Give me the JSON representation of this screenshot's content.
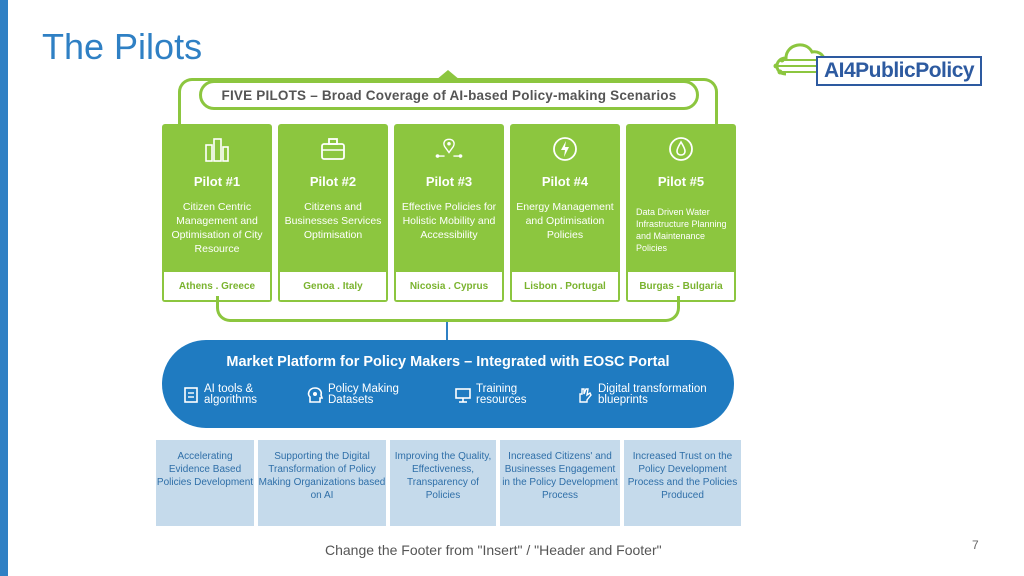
{
  "slide": {
    "title": "The Pilots",
    "footer": "Change the Footer from \"Insert\" / \"Header and Footer\"",
    "page_number": "7"
  },
  "logo": {
    "text": "AI4PublicPolicy",
    "color": "#2d5aa0",
    "accent": "#8cc63f"
  },
  "figure": {
    "banner": "FIVE PILOTS – Broad Coverage of AI-based Policy-making Scenarios",
    "pilots": [
      {
        "title": "Pilot #1",
        "icon": "city-buildings-icon",
        "description": "Citizen Centric Management and Optimisation of City Resource",
        "location": "Athens . Greece"
      },
      {
        "title": "Pilot #2",
        "icon": "briefcase-icon",
        "description": "Citizens and Businesses Services Optimisation",
        "location": "Genoa . Italy"
      },
      {
        "title": "Pilot #3",
        "icon": "mobility-pin-icon",
        "description": "Effective Policies for Holistic Mobility and Accessibility",
        "location": "Nicosia . Cyprus"
      },
      {
        "title": "Pilot #4",
        "icon": "energy-bolt-icon",
        "description": "Energy Management and Optimisation Policies",
        "location": "Lisbon . Portugal"
      },
      {
        "title": "Pilot #5",
        "icon": "water-drop-icon",
        "description": "Data Driven Water Infrastructure Planning and Maintenance Policies",
        "location": "Burgas - Bulgaria"
      }
    ],
    "platform": {
      "title": "Market Platform for Policy Makers – Integrated with EOSC Portal",
      "features": [
        {
          "label": "AI tools &\nalgorithms",
          "icon": "ai-tools-icon"
        },
        {
          "label": "Policy Making\nDatasets",
          "icon": "datasets-head-icon"
        },
        {
          "label": "Training\nresources",
          "icon": "training-icon"
        },
        {
          "label": "Digital transformation\nblueprints",
          "icon": "blueprint-hand-icon"
        }
      ]
    },
    "benefits": [
      "Accelerating Evidence Based Policies Development",
      "Supporting the Digital Transformation of Policy Making Organizations based on AI",
      "Improving the Quality, Effectiveness, Transparency of Policies",
      "Increased Citizens' and Businesses Engagement in the Policy Development Process",
      "Increased Trust on the Policy Development Process and the Policies Produced"
    ],
    "colors": {
      "green": "#8cc63f",
      "blue": "#1f7bc1",
      "light_blue": "#c5daeb"
    }
  }
}
